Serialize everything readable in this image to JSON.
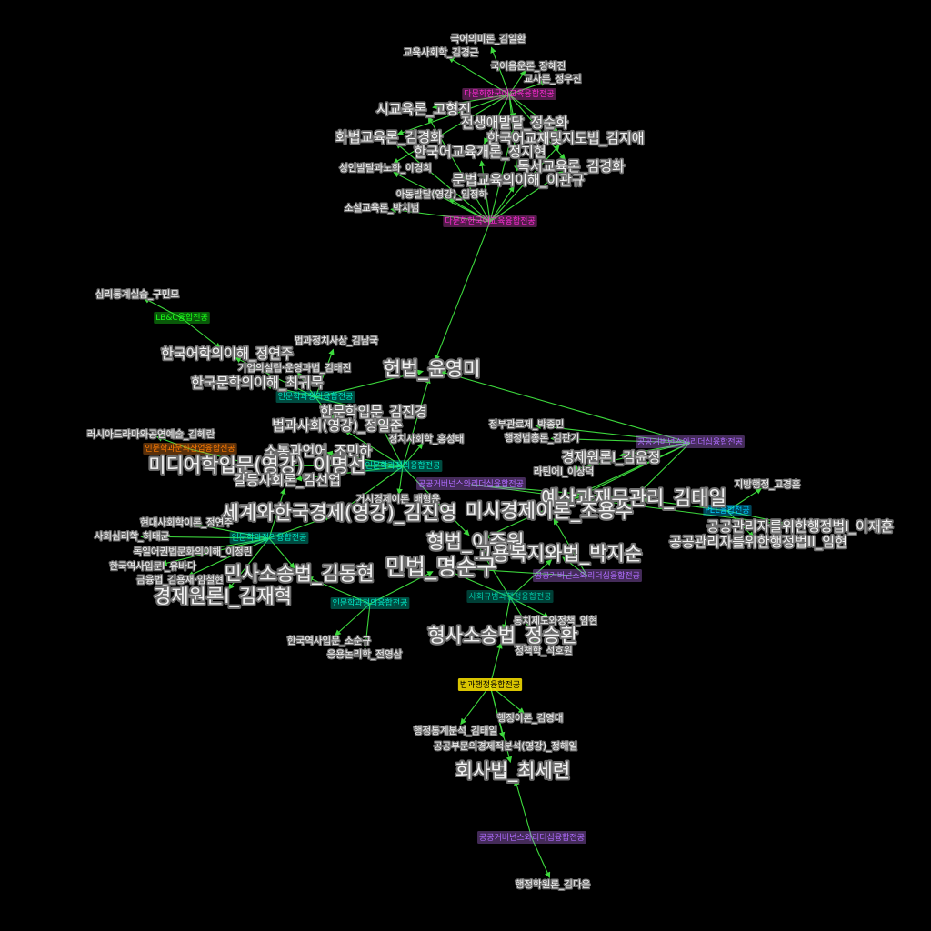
{
  "graph": {
    "edge_color": "#3dd93d",
    "background": "#000000",
    "hubs": [
      {
        "id": "h_edu1",
        "label": "다문화한국어교육융합전공",
        "color": "#e94fd0",
        "text": "#ff2bd6"
      },
      {
        "id": "h_edu2",
        "label": "다문화한국어교육융합전공",
        "color": "#e94fd0",
        "text": "#ff2bd6"
      },
      {
        "id": "h_lbc",
        "label": "LB&C융합전공",
        "color": "#1aff1a",
        "text": "#1aff1a"
      },
      {
        "id": "h_inmun1",
        "label": "인문학과정의융합전공",
        "color": "#00d7b8",
        "text": "#00e5c5"
      },
      {
        "id": "h_inmun2",
        "label": "인문학과정의융합전공",
        "color": "#00d7b8",
        "text": "#00e5c5"
      },
      {
        "id": "h_inmun3",
        "label": "인문학과정의융합전공",
        "color": "#00d7b8",
        "text": "#00e5c5"
      },
      {
        "id": "h_inmun4",
        "label": "인문학과정의융합전공",
        "color": "#00d7b8",
        "text": "#00e5c5"
      },
      {
        "id": "h_culture",
        "label": "인문학과문화산업융합전공",
        "color": "#ff8a1f",
        "text": "#ff7b00"
      },
      {
        "id": "h_gov1",
        "label": "공공거버넌스와리더십융합전공",
        "color": "#c27bff",
        "text": "#b06cff"
      },
      {
        "id": "h_gov2",
        "label": "공공거버넌스와리더십융합전공",
        "color": "#c27bff",
        "text": "#b06cff"
      },
      {
        "id": "h_gov3",
        "label": "공공거버넌스와리더십융합전공",
        "color": "#c27bff",
        "text": "#b06cff"
      },
      {
        "id": "h_gov4",
        "label": "공공거버넌스와리더십융합전공",
        "color": "#c27bff",
        "text": "#b06cff"
      },
      {
        "id": "h_pel",
        "label": "PEL융합전공",
        "color": "#00c8ff",
        "text": "#00c8ff"
      },
      {
        "id": "h_social",
        "label": "사회규범과행정융합전공",
        "color": "#00b59a",
        "text": "#00c7a6"
      },
      {
        "id": "h_lawadmin",
        "label": "법과행정융합전공",
        "color": "#ffe600",
        "text": "#000000"
      }
    ],
    "nodes": [
      {
        "id": "n1",
        "label": "국어의미론_김일환",
        "size": "small"
      },
      {
        "id": "n2",
        "label": "교육사회학_김경근",
        "size": "small"
      },
      {
        "id": "n3",
        "label": "국어음운론_장혜진",
        "size": "small"
      },
      {
        "id": "n4",
        "label": "교사론_정우진",
        "size": "small"
      },
      {
        "id": "n5",
        "label": "시교육론_고형진",
        "size": "large"
      },
      {
        "id": "n6",
        "label": "전생애발달_정순화",
        "size": "large"
      },
      {
        "id": "n7",
        "label": "화법교육론_김경화",
        "size": "large"
      },
      {
        "id": "n8",
        "label": "한국어교재및지도법_김지애",
        "size": "large"
      },
      {
        "id": "n9",
        "label": "한국어교육개론_정지현",
        "size": "large"
      },
      {
        "id": "n10",
        "label": "성인발달과노화_이경희",
        "size": "small"
      },
      {
        "id": "n11",
        "label": "독서교육론_김경화",
        "size": "large"
      },
      {
        "id": "n12",
        "label": "문법교육의이해_이관규",
        "size": "large"
      },
      {
        "id": "n13",
        "label": "아동발달(영강)_임정하",
        "size": "small"
      },
      {
        "id": "n14",
        "label": "소설교육론_박치범",
        "size": "small"
      },
      {
        "id": "n15",
        "label": "심리통계실습_구민모",
        "size": "small"
      },
      {
        "id": "n16",
        "label": "법과정치사상_김남국",
        "size": "small"
      },
      {
        "id": "n17",
        "label": "한국어학의이해_정연주",
        "size": "large"
      },
      {
        "id": "n18",
        "label": "헌법_윤영미",
        "size": "xlarge"
      },
      {
        "id": "n19",
        "label": "기업의설립·운영과법_김태진",
        "size": "small"
      },
      {
        "id": "n20",
        "label": "한국문학의이해_최귀묵",
        "size": "large"
      },
      {
        "id": "n21",
        "label": "한문학입문_김진경",
        "size": "large"
      },
      {
        "id": "n22",
        "label": "법과사회(영강)_정일준",
        "size": "large"
      },
      {
        "id": "n23",
        "label": "러시아드라마와공연예술_김혜란",
        "size": "small"
      },
      {
        "id": "n24",
        "label": "정부관료제_박종민",
        "size": "small"
      },
      {
        "id": "n25",
        "label": "행정법총론_김판기",
        "size": "small"
      },
      {
        "id": "n26",
        "label": "정치사회학_홍성태",
        "size": "small"
      },
      {
        "id": "n27",
        "label": "소통과언어_조민하",
        "size": "large"
      },
      {
        "id": "n28",
        "label": "경제원론I_김윤정",
        "size": "large"
      },
      {
        "id": "n29",
        "label": "미디어학입문(영강)_이명선",
        "size": "xlarge"
      },
      {
        "id": "n30",
        "label": "라틴어I_이상덕",
        "size": "small"
      },
      {
        "id": "n31",
        "label": "갈등사회론_김선업",
        "size": "large"
      },
      {
        "id": "n32",
        "label": "지방행정_고경훈",
        "size": "small"
      },
      {
        "id": "n33",
        "label": "예산과재무관리_김태일",
        "size": "xlarge"
      },
      {
        "id": "n34",
        "label": "거시경제이론_배형윤",
        "size": "small"
      },
      {
        "id": "n35",
        "label": "세계와한국경제(영강)_김진영",
        "size": "xlarge"
      },
      {
        "id": "n36",
        "label": "미시경제이론_조용수",
        "size": "xlarge"
      },
      {
        "id": "n37",
        "label": "현대사회학이론_정연주",
        "size": "small"
      },
      {
        "id": "n38",
        "label": "공공관리자를위한행정법I_이재훈",
        "size": "large"
      },
      {
        "id": "n39",
        "label": "공공관리자를위한행정법II_임현",
        "size": "large"
      },
      {
        "id": "n40",
        "label": "사회심리학_허태균",
        "size": "small"
      },
      {
        "id": "n41",
        "label": "형법_이주원",
        "size": "xlarge"
      },
      {
        "id": "n42",
        "label": "독일어권법문화의이해_이정린",
        "size": "small"
      },
      {
        "id": "n43",
        "label": "고용복지와법_박지순",
        "size": "xlarge"
      },
      {
        "id": "n44",
        "label": "민법_명순구",
        "size": "xxlarge"
      },
      {
        "id": "n45",
        "label": "한국역사입문I_유바다",
        "size": "small"
      },
      {
        "id": "n46",
        "label": "금융법_김용재·임철현",
        "size": "small"
      },
      {
        "id": "n47",
        "label": "민사소송법_김동현",
        "size": "xlarge"
      },
      {
        "id": "n48",
        "label": "경제원론I_김재혁",
        "size": "xlarge"
      },
      {
        "id": "n49",
        "label": "통치제도와정책_임현",
        "size": "small"
      },
      {
        "id": "n50",
        "label": "형사소송법_정승환",
        "size": "xlarge"
      },
      {
        "id": "n51",
        "label": "한국역사입문_소순규",
        "size": "small"
      },
      {
        "id": "n52",
        "label": "정책학_석호원",
        "size": "small"
      },
      {
        "id": "n53",
        "label": "응용논리학_전영삼",
        "size": "small"
      },
      {
        "id": "n54",
        "label": "행정이론_김영대",
        "size": "small"
      },
      {
        "id": "n55",
        "label": "행정통계분석_김태일",
        "size": "small"
      },
      {
        "id": "n56",
        "label": "공공부문의경제적분석(영강)_정해일",
        "size": "small"
      },
      {
        "id": "n57",
        "label": "회사법_최세련",
        "size": "xlarge"
      },
      {
        "id": "n58",
        "label": "행정학원론_김다은",
        "size": "small"
      }
    ],
    "edges": [
      [
        "h_edu1",
        "n1"
      ],
      [
        "h_edu1",
        "n2"
      ],
      [
        "h_edu1",
        "n3"
      ],
      [
        "h_edu1",
        "n4"
      ],
      [
        "h_edu1",
        "n5"
      ],
      [
        "h_edu1",
        "n6"
      ],
      [
        "h_edu1",
        "n7"
      ],
      [
        "h_edu1",
        "n8"
      ],
      [
        "h_edu1",
        "n9"
      ],
      [
        "h_edu1",
        "n11"
      ],
      [
        "h_edu1",
        "n12"
      ],
      [
        "h_edu1",
        "n10"
      ],
      [
        "h_edu2",
        "n5"
      ],
      [
        "h_edu2",
        "n6"
      ],
      [
        "h_edu2",
        "n7"
      ],
      [
        "h_edu2",
        "n8"
      ],
      [
        "h_edu2",
        "n9"
      ],
      [
        "h_edu2",
        "n10"
      ],
      [
        "h_edu2",
        "n11"
      ],
      [
        "h_edu2",
        "n12"
      ],
      [
        "h_edu2",
        "n13"
      ],
      [
        "h_edu2",
        "n14"
      ],
      [
        "h_edu2",
        "n18"
      ],
      [
        "h_lbc",
        "n15"
      ],
      [
        "h_lbc",
        "n17"
      ],
      [
        "h_inmun1",
        "n16"
      ],
      [
        "h_inmun1",
        "n17"
      ],
      [
        "h_inmun1",
        "n19"
      ],
      [
        "h_inmun1",
        "n20"
      ],
      [
        "h_inmun1",
        "n21"
      ],
      [
        "h_inmun1",
        "n22"
      ],
      [
        "h_inmun1",
        "n18"
      ],
      [
        "h_culture",
        "n23"
      ],
      [
        "h_culture",
        "n29"
      ],
      [
        "h_inmun2",
        "n18"
      ],
      [
        "h_inmun2",
        "n22"
      ],
      [
        "h_inmun2",
        "n26"
      ],
      [
        "h_inmun2",
        "n27"
      ],
      [
        "h_inmun2",
        "n29"
      ],
      [
        "h_inmun2",
        "n31"
      ],
      [
        "h_inmun2",
        "n35"
      ],
      [
        "h_inmun2",
        "n34"
      ],
      [
        "h_inmun2",
        "n41"
      ],
      [
        "h_inmun2",
        "n21"
      ],
      [
        "h_gov1",
        "n24"
      ],
      [
        "h_gov1",
        "n25"
      ],
      [
        "h_gov1",
        "n28"
      ],
      [
        "h_gov1",
        "n30"
      ],
      [
        "h_gov1",
        "n33"
      ],
      [
        "h_gov1",
        "n36"
      ],
      [
        "h_gov1",
        "n41"
      ],
      [
        "h_gov1",
        "n18"
      ],
      [
        "h_gov2",
        "n33"
      ],
      [
        "h_gov2",
        "n38"
      ],
      [
        "h_pel",
        "n32"
      ],
      [
        "h_pel",
        "n33"
      ],
      [
        "h_pel",
        "n38"
      ],
      [
        "h_pel",
        "n39"
      ],
      [
        "h_inmun3",
        "n37"
      ],
      [
        "h_inmun3",
        "n40"
      ],
      [
        "h_inmun3",
        "n42"
      ],
      [
        "h_inmun3",
        "n45"
      ],
      [
        "h_inmun3",
        "n46"
      ],
      [
        "h_inmun3",
        "n48"
      ],
      [
        "h_inmun3",
        "n47"
      ],
      [
        "h_inmun3",
        "n35"
      ],
      [
        "h_inmun3",
        "n31"
      ],
      [
        "h_gov3",
        "n43"
      ],
      [
        "h_gov3",
        "n36"
      ],
      [
        "h_gov3",
        "n44"
      ],
      [
        "h_inmun4",
        "n51"
      ],
      [
        "h_inmun4",
        "n53"
      ],
      [
        "h_inmun4",
        "n44"
      ],
      [
        "h_inmun4",
        "n47"
      ],
      [
        "h_social",
        "n44"
      ],
      [
        "h_social",
        "n49"
      ],
      [
        "h_social",
        "n50"
      ],
      [
        "h_social",
        "n52"
      ],
      [
        "h_social",
        "n43"
      ],
      [
        "h_social",
        "n41"
      ],
      [
        "h_lawadmin",
        "n50"
      ],
      [
        "h_lawadmin",
        "n54"
      ],
      [
        "h_lawadmin",
        "n55"
      ],
      [
        "h_lawadmin",
        "n56"
      ],
      [
        "h_lawadmin",
        "n57"
      ],
      [
        "h_gov4",
        "n57"
      ],
      [
        "h_gov4",
        "n58"
      ]
    ]
  }
}
